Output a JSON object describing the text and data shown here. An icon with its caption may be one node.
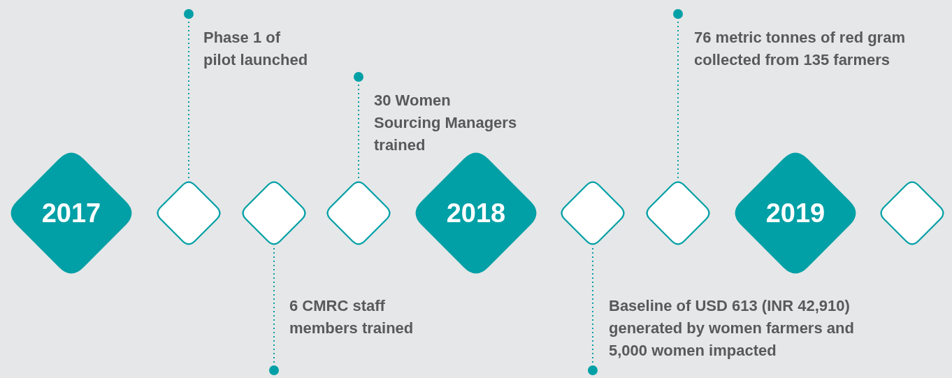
{
  "diagram": {
    "nodes": [
      {
        "text": [
          "2017"
        ]
      },
      {
        "text": [],
        "shape": "diamond"
      },
      {
        "text": [],
        "shape": "diamond"
      },
      {
        "text": [],
        "shape": "diamond"
      },
      {
        "text": [
          "2018"
        ]
      },
      {
        "text": [],
        "shape": "diamond"
      },
      {
        "text": [],
        "shape": "diamond"
      },
      {
        "text": [
          "2019"
        ]
      },
      {
        "text": [],
        "shape": "diamond"
      },
      {
        "text": [],
        "shape": "circle"
      },
      {
        "text": [],
        "shape": "circle"
      },
      {
        "text": [],
        "shape": "circle"
      },
      {
        "text": [],
        "shape": "circle"
      },
      {
        "text": [],
        "shape": "circle"
      }
    ],
    "edges": [
      {
        "from": 1,
        "to": 9,
        "arrow": "none",
        "style": "dashed"
      },
      {
        "from": 2,
        "to": 10,
        "arrow": "none",
        "style": "dashed"
      },
      {
        "from": 3,
        "to": 11,
        "arrow": "none",
        "style": "dashed"
      },
      {
        "from": 5,
        "to": 12,
        "arrow": "none",
        "style": "dashed"
      },
      {
        "from": 6,
        "to": 13,
        "arrow": "none",
        "style": "dashed"
      }
    ],
    "labels": [
      "Phase 1 of pilot launched",
      "76 metric tonnes of red gram collected from 135 farmers",
      "30 Women Sourcing Managers trained",
      "6 CMRC staff members trained",
      "Baseline of USD 613 (INR 42,910) generated by women farmers and 5,000 women impacted"
    ]
  }
}
